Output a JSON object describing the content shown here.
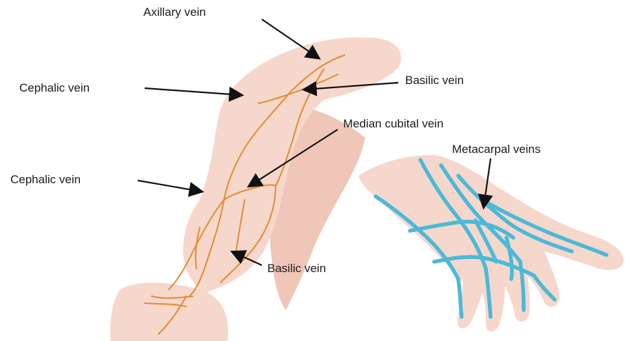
{
  "labels": {
    "axillary_vein": "Axillary vein",
    "cephalic_vein_upper": "Cephalic vein",
    "basilic_vein_upper": "Basilic vein",
    "median_cubital_vein": "Median cubital vein",
    "cephalic_vein_lower": "Cephalic vein",
    "metacarpal_veins": "Metacarpal veins",
    "basilic_vein_lower": "Basilic vein"
  },
  "colors": {
    "skin": "#f6d7cc",
    "skin_shade": "#efc6b8",
    "arm_vein": "#e58a2e",
    "hand_vein": "#4bb9d8",
    "text": "#1a1a1a",
    "leader": "#111111"
  }
}
